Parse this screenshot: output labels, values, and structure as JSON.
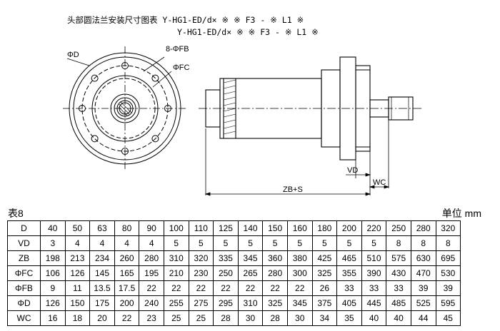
{
  "title": {
    "line1": "头部圆法兰安装尺寸图表 Y-HG1-ED/d× ※ ※ F3 - ※ L1 ※",
    "line2": "Y-HG1-ED/d× ※ ※ F3 - ※ L1 ※"
  },
  "drawing_labels": {
    "phi_d": "ΦD",
    "holes": "8-ΦFB",
    "phi_fc": "ΦFC",
    "vd": "VD",
    "wc": "WC",
    "zbs": "ZB+S"
  },
  "table": {
    "caption": "表8",
    "unit": "单位 mm",
    "rows": [
      {
        "label": "D",
        "values": [
          "40",
          "50",
          "63",
          "80",
          "90",
          "100",
          "110",
          "125",
          "140",
          "150",
          "160",
          "180",
          "200",
          "220",
          "250",
          "280",
          "320"
        ]
      },
      {
        "label": "VD",
        "values": [
          "3",
          "4",
          "4",
          "4",
          "4",
          "5",
          "5",
          "5",
          "5",
          "5",
          "5",
          "5",
          "5",
          "5",
          "8",
          "8",
          "8"
        ]
      },
      {
        "label": "ZB",
        "values": [
          "198",
          "213",
          "234",
          "260",
          "280",
          "310",
          "320",
          "335",
          "345",
          "360",
          "380",
          "425",
          "465",
          "510",
          "575",
          "630",
          "695"
        ]
      },
      {
        "label": "ΦFC",
        "values": [
          "106",
          "126",
          "145",
          "165",
          "195",
          "210",
          "230",
          "250",
          "265",
          "280",
          "300",
          "325",
          "355",
          "390",
          "430",
          "470",
          "530"
        ]
      },
      {
        "label": "ΦFB",
        "values": [
          "9",
          "11",
          "13.5",
          "17.5",
          "22",
          "22",
          "22",
          "22",
          "22",
          "22",
          "22",
          "26",
          "33",
          "33",
          "33",
          "39",
          "39"
        ]
      },
      {
        "label": "ΦD",
        "values": [
          "126",
          "150",
          "175",
          "200",
          "240",
          "255",
          "275",
          "295",
          "310",
          "325",
          "345",
          "375",
          "405",
          "445",
          "485",
          "525",
          "595"
        ]
      },
      {
        "label": "WC",
        "values": [
          "16",
          "18",
          "20",
          "22",
          "23",
          "25",
          "25",
          "28",
          "30",
          "28",
          "30",
          "34",
          "35",
          "40",
          "40",
          "44",
          "45"
        ]
      }
    ]
  }
}
